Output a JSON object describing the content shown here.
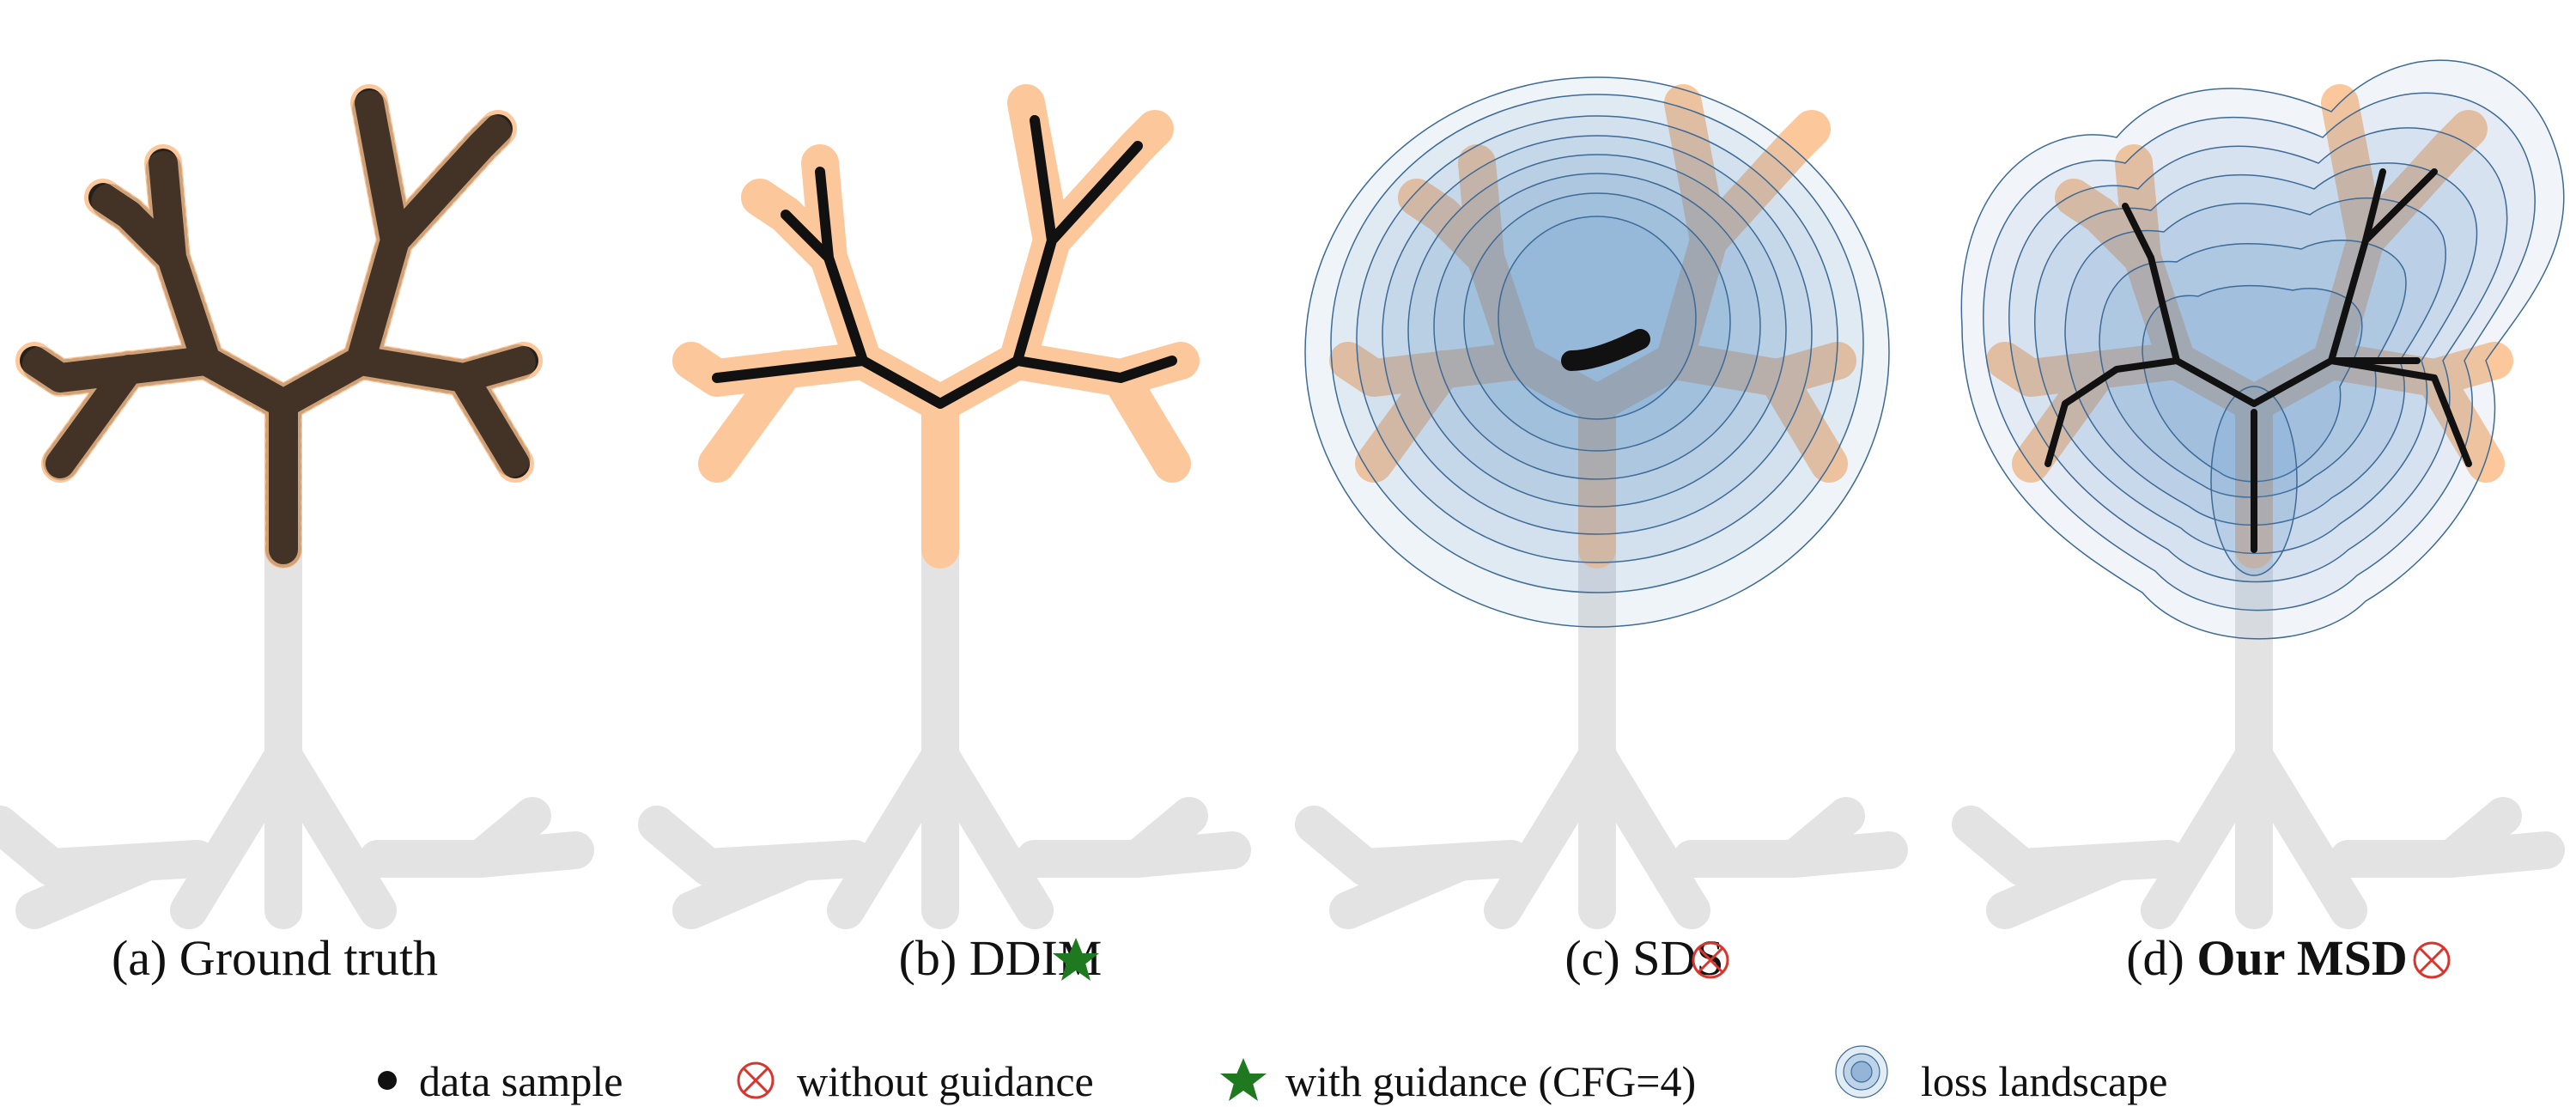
{
  "panels": [
    {
      "prefix": "(a) Ground truth",
      "bold": "",
      "marker": "none"
    },
    {
      "prefix": "(b) DDIM",
      "bold": "",
      "marker": "star"
    },
    {
      "prefix": "(c) SDS",
      "bold": "",
      "marker": "otimes"
    },
    {
      "prefix": "(d) ",
      "bold": "Our MSD",
      "marker": "otimes"
    }
  ],
  "legend": {
    "data_sample": "data sample",
    "without_guidance": "without guidance",
    "with_guidance": "with guidance (CFG=4)",
    "loss_landscape": "loss landscape"
  },
  "colors": {
    "tree_gray": "#e3e3e3",
    "class_orange": "#fcc89b",
    "sample_black": "#111111",
    "landscape_blue": "#5f93c6",
    "marker_red": "#d9352f",
    "star_green": "#1f7a1f"
  }
}
